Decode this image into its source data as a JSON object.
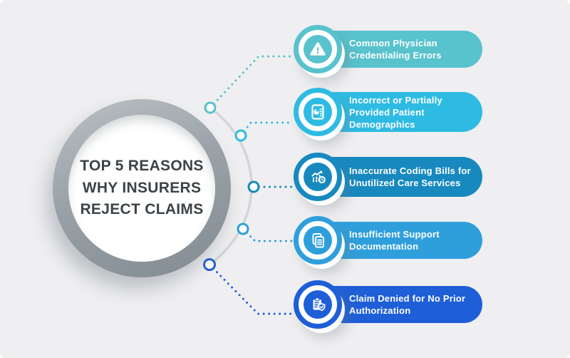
{
  "title": "TOP 5 REASONS WHY INSURERS REJECT CLAIMS",
  "items": [
    {
      "label": "Common Physician Credentialing Errors",
      "color": "#58C2CD",
      "icon": "warning-triangle-icon"
    },
    {
      "label": "Incorrect or Partially Provided Patient Demographics",
      "color": "#2EBBE3",
      "icon": "patient-demographics-document-icon"
    },
    {
      "label": "Inaccurate Coding Bills for Unutilized Care Services",
      "color": "#1789BF",
      "icon": "coding-growth-chart-icon"
    },
    {
      "label": "Insufficient Support Documentation",
      "color": "#2F9FDC",
      "icon": "stacked-documents-icon"
    },
    {
      "label": "Claim Denied for No Prior Authorization",
      "color": "#1E5ED7",
      "icon": "clipboard-shield-check-icon"
    }
  ],
  "colors": {
    "background": "#EFEFF1",
    "title_text": "#3C4347",
    "hub_ring_light": "#BBC1C5",
    "hub_ring_dark": "#828B91",
    "guide_arc": "#D3D6D8",
    "pill_text": "#FFFFFF"
  }
}
